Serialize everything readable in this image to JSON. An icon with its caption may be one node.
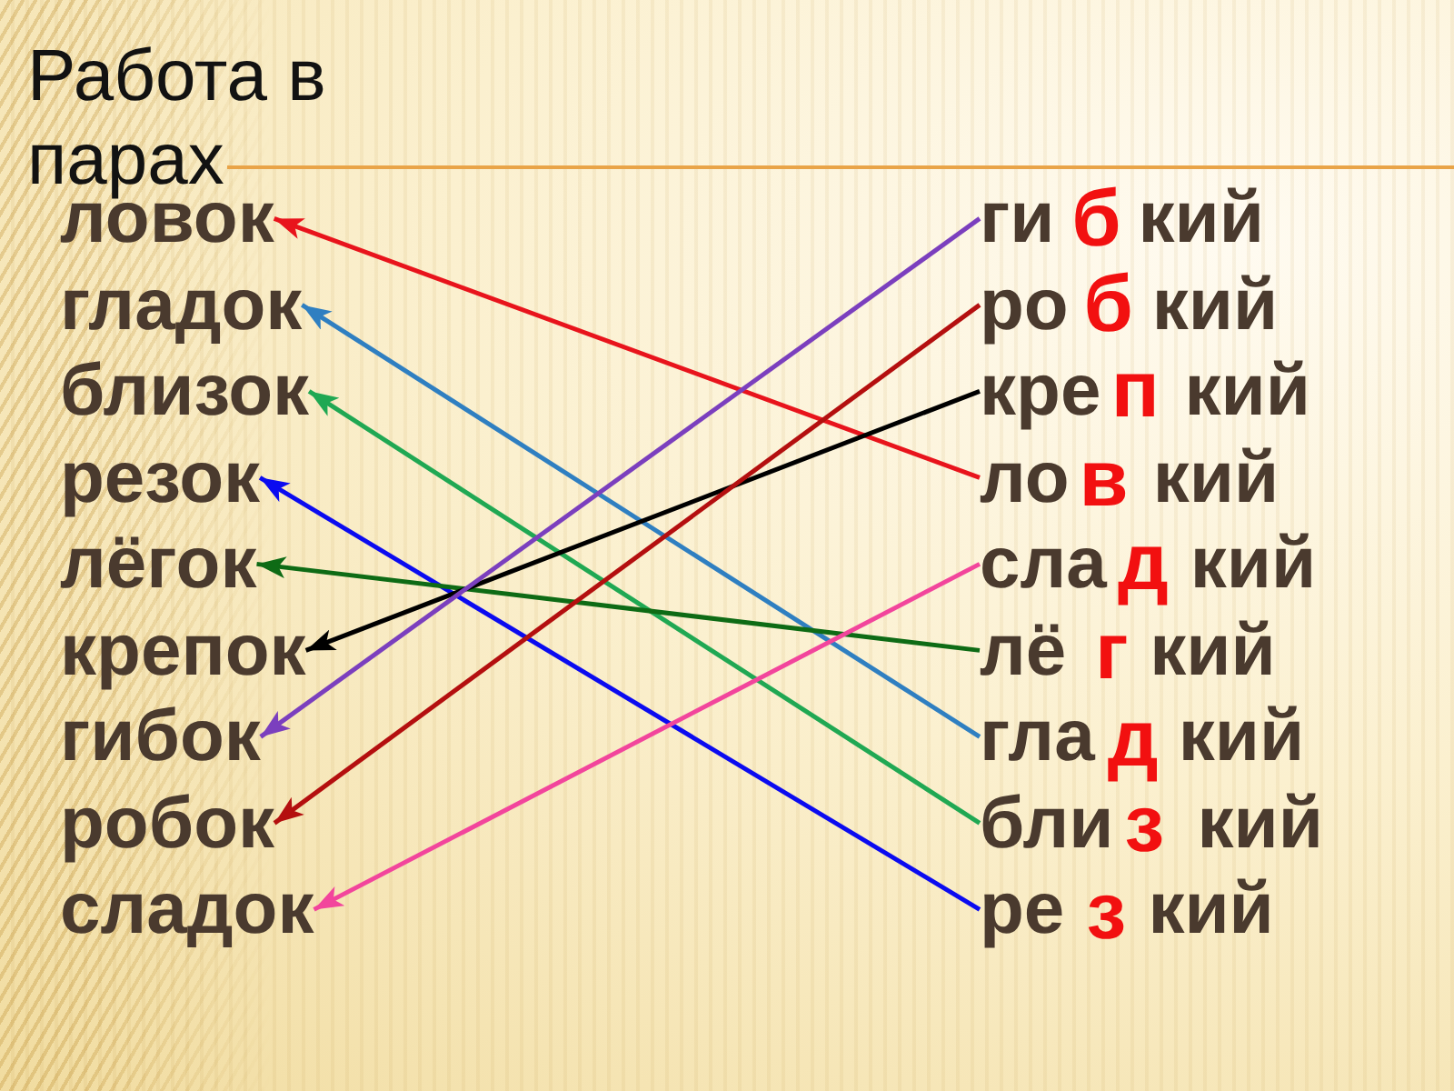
{
  "diagram": {
    "title": "Работа в парах",
    "nodes": [
      {
        "text": [
          "ловок"
        ]
      },
      {
        "text": [
          "гладок"
        ]
      },
      {
        "text": [
          "близок"
        ]
      },
      {
        "text": [
          "резок"
        ]
      },
      {
        "text": [
          "лёгок"
        ]
      },
      {
        "text": [
          "крепок"
        ]
      },
      {
        "text": [
          "гибок"
        ]
      },
      {
        "text": [
          "робок"
        ]
      },
      {
        "text": [
          "сладок"
        ]
      },
      {
        "text": [
          "ги",
          "кий"
        ],
        "beside": [
          "б"
        ]
      },
      {
        "text": [
          "ро",
          "кий"
        ],
        "beside": [
          "б"
        ]
      },
      {
        "text": [
          "кре",
          "кий"
        ],
        "beside": [
          "п"
        ]
      },
      {
        "text": [
          "ло",
          "кий"
        ],
        "beside": [
          "в"
        ]
      },
      {
        "text": [
          "сла",
          "кий"
        ],
        "beside": [
          "д"
        ]
      },
      {
        "text": [
          "лё",
          "кий"
        ],
        "beside": [
          "г"
        ]
      },
      {
        "text": [
          "гла",
          "кий"
        ],
        "beside": [
          "д"
        ]
      },
      {
        "text": [
          "бли",
          "кий"
        ],
        "beside": [
          "з"
        ]
      },
      {
        "text": [
          "ре",
          "кий"
        ],
        "beside": [
          "з"
        ]
      }
    ],
    "edges": [
      {
        "from": 12,
        "to": 0,
        "arrow": "to",
        "color": "#e8141c"
      },
      {
        "from": 15,
        "to": 1,
        "arrow": "to",
        "color": "#2f7fc1"
      },
      {
        "from": 16,
        "to": 2,
        "arrow": "to",
        "color": "#20a853"
      },
      {
        "from": 17,
        "to": 3,
        "arrow": "to",
        "color": "#0b0bf0"
      },
      {
        "from": 14,
        "to": 4,
        "arrow": "to",
        "color": "#0e6b15"
      },
      {
        "from": 11,
        "to": 5,
        "arrow": "to",
        "color": "#000000"
      },
      {
        "from": 9,
        "to": 6,
        "arrow": "to",
        "color": "#7b3fbe"
      },
      {
        "from": 10,
        "to": 7,
        "arrow": "to",
        "color": "#b40f0f"
      },
      {
        "from": 13,
        "to": 8,
        "arrow": "to",
        "color": "#f2459c"
      }
    ]
  }
}
